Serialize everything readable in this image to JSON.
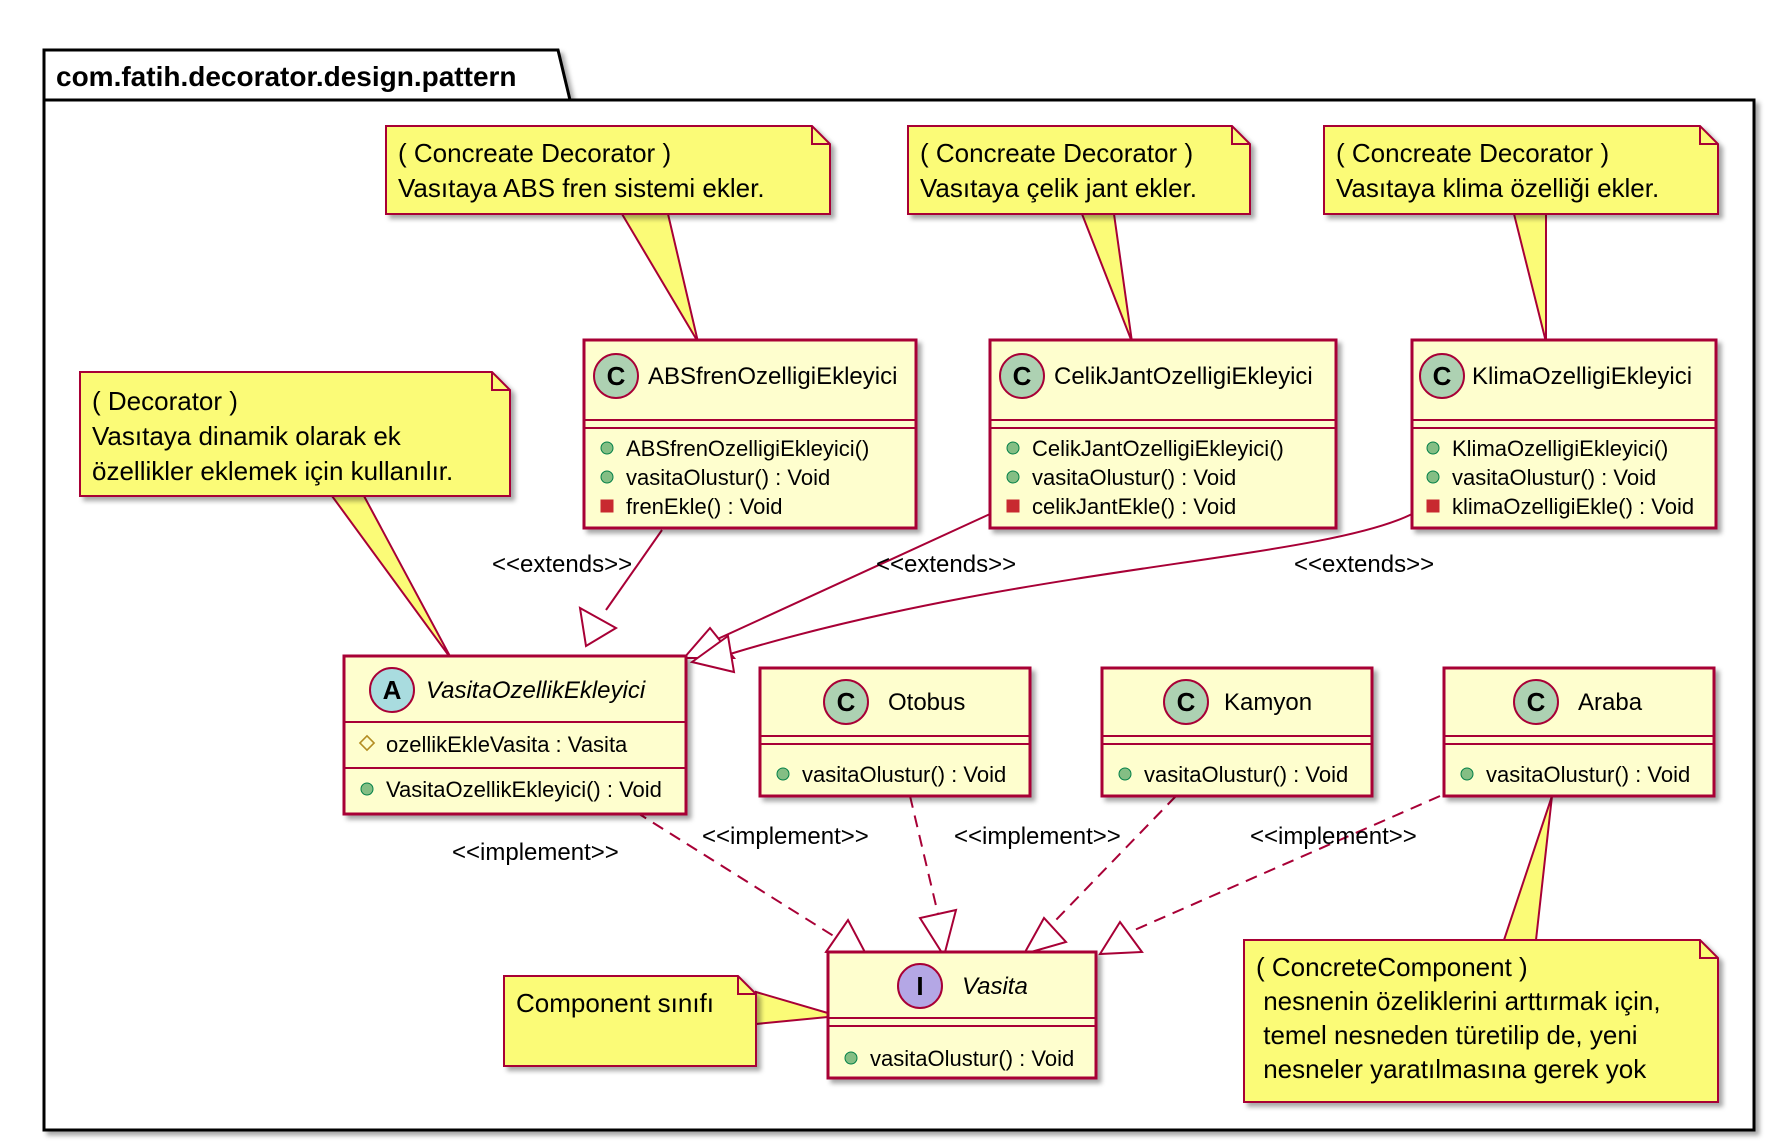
{
  "package": {
    "title": "com.fatih.decorator.design.pattern"
  },
  "colors": {
    "note_fill": "#FBFB77",
    "note_border": "#A80036",
    "class_fill": "#FEFECE",
    "class_border": "#A80036",
    "circle_class": "#ADD1B2",
    "circle_abstract": "#A9DCDF",
    "circle_interface": "#B4A7E5",
    "public_dot": "#84BE84",
    "private_square": "#C82930",
    "protected_diamond": "#B38D22",
    "edge": "#A80036"
  },
  "notes": {
    "abs": {
      "lines": [
        "( Concreate Decorator )",
        "Vasıtaya ABS fren sistemi ekler."
      ]
    },
    "celik": {
      "lines": [
        "( Concreate Decorator )",
        "Vasıtaya çelik jant ekler."
      ]
    },
    "klima": {
      "lines": [
        "( Concreate Decorator )",
        "Vasıtaya klima özelliği ekler."
      ]
    },
    "decorator": {
      "lines": [
        "( Decorator )",
        "Vasıtaya dinamik olarak ek",
        "özellikler eklemek için kullanılır."
      ]
    },
    "component": {
      "lines": [
        "Component sınıfı"
      ]
    },
    "concrete_component": {
      "lines": [
        "( ConcreteComponent )",
        " nesnenin özeliklerini arttırmak için,",
        " temel nesneden türetilip de, yeni",
        " nesneler yaratılmasına gerek yok"
      ]
    }
  },
  "classes": {
    "abs": {
      "stereotype": "C",
      "name": "ABSfrenOzelligiEkleyici",
      "methods": [
        {
          "visibility": "public",
          "text": "ABSfrenOzelligiEkleyici()"
        },
        {
          "visibility": "public",
          "text": "vasitaOlustur() : Void"
        },
        {
          "visibility": "private",
          "text": "frenEkle() : Void"
        }
      ]
    },
    "celik": {
      "stereotype": "C",
      "name": "CelikJantOzelligiEkleyici",
      "methods": [
        {
          "visibility": "public",
          "text": "CelikJantOzelligiEkleyici()"
        },
        {
          "visibility": "public",
          "text": "vasitaOlustur() : Void"
        },
        {
          "visibility": "private",
          "text": "celikJantEkle() : Void"
        }
      ]
    },
    "klima": {
      "stereotype": "C",
      "name": "KlimaOzelligiEkleyici",
      "methods": [
        {
          "visibility": "public",
          "text": "KlimaOzelligiEkleyici()"
        },
        {
          "visibility": "public",
          "text": "vasitaOlustur() : Void"
        },
        {
          "visibility": "private",
          "text": "klimaOzelligiEkle() : Void"
        }
      ]
    },
    "decorator": {
      "stereotype": "A",
      "name": "VasitaOzellikEkleyici",
      "fields": [
        {
          "visibility": "protected",
          "text": "ozellikEkleVasita : Vasita"
        }
      ],
      "methods": [
        {
          "visibility": "public",
          "text": "VasitaOzellikEkleyici() : Void"
        }
      ]
    },
    "otobus": {
      "stereotype": "C",
      "name": "Otobus",
      "methods": [
        {
          "visibility": "public",
          "text": "vasitaOlustur() : Void"
        }
      ]
    },
    "kamyon": {
      "stereotype": "C",
      "name": "Kamyon",
      "methods": [
        {
          "visibility": "public",
          "text": "vasitaOlustur() : Void"
        }
      ]
    },
    "araba": {
      "stereotype": "C",
      "name": "Araba",
      "methods": [
        {
          "visibility": "public",
          "text": "vasitaOlustur() : Void"
        }
      ]
    },
    "vasita": {
      "stereotype": "I",
      "name": "Vasita",
      "methods": [
        {
          "visibility": "public",
          "text": "vasitaOlustur() : Void"
        }
      ]
    }
  },
  "relations": {
    "extends_label": "<<extends>>",
    "implement_label": "<<implement>>"
  }
}
